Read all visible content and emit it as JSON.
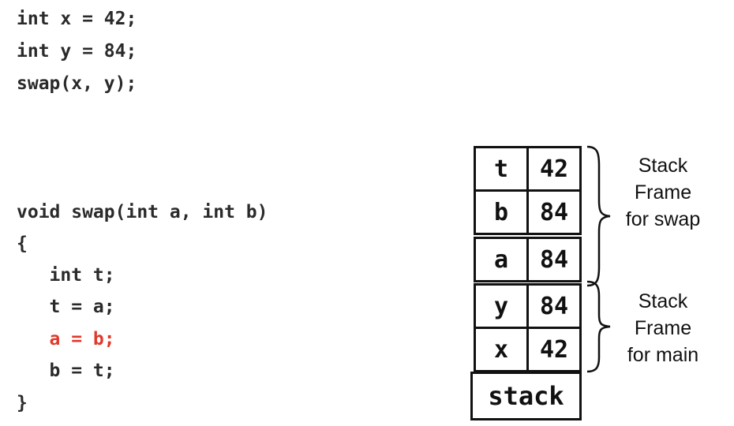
{
  "caller_code": [
    "int x = 42;",
    "int y = 84;",
    "swap(x, y);"
  ],
  "swap_code": [
    "void swap(int a, int b)",
    "{",
    "   int t;",
    "   t = a;",
    "   a = b;",
    "   b = t;",
    "}"
  ],
  "highlighted_line": "   a = b;",
  "highlight_color": "#e0392b",
  "stack_rows": [
    {
      "name": "t",
      "value": "42"
    },
    {
      "name": "b",
      "value": "84"
    },
    {
      "name": "a",
      "value": "84"
    },
    {
      "name": "y",
      "value": "84"
    },
    {
      "name": "x",
      "value": "42"
    }
  ],
  "stack_label": "stack",
  "frames": [
    {
      "line1": "Stack",
      "line2": "Frame",
      "line3": "for swap"
    },
    {
      "line1": "Stack",
      "line2": "Frame",
      "line3": "for main"
    }
  ]
}
